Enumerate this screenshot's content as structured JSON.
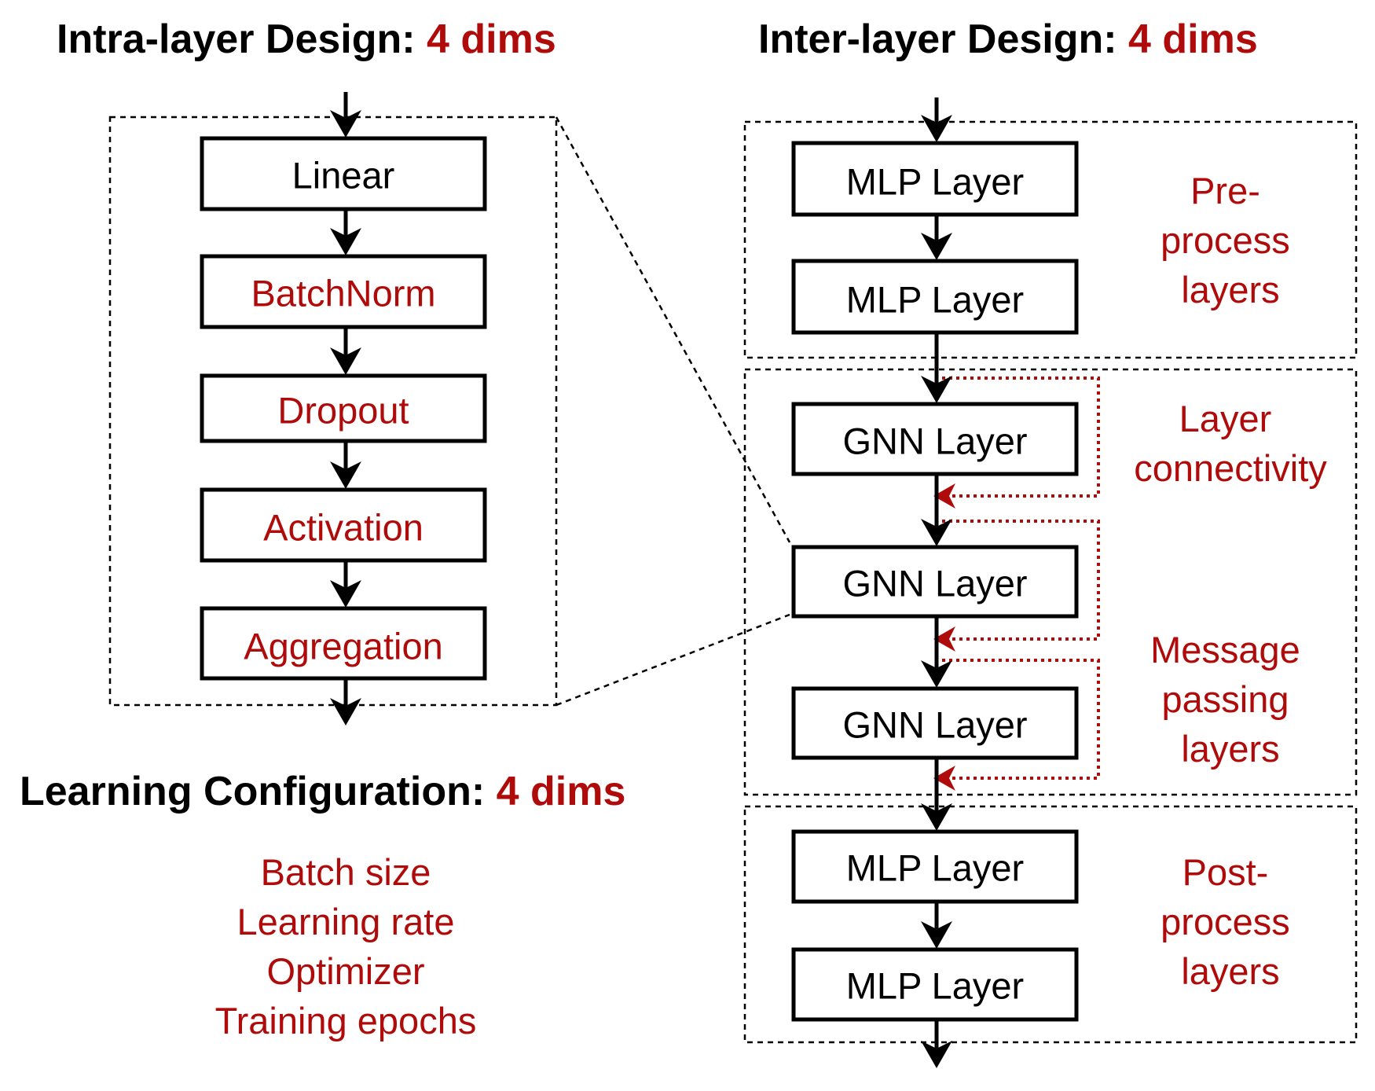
{
  "intra": {
    "title": "Intra-layer Design:",
    "dims": "4 dims",
    "boxes": [
      {
        "label": "Linear"
      },
      {
        "label": "BatchNorm"
      },
      {
        "label": "Dropout"
      },
      {
        "label": "Activation"
      },
      {
        "label": "Aggregation"
      }
    ]
  },
  "inter": {
    "title": "Inter-layer Design:",
    "dims": "4 dims",
    "pre_boxes": [
      {
        "label": "MLP Layer"
      },
      {
        "label": "MLP Layer"
      }
    ],
    "gnn_boxes": [
      {
        "label": "GNN Layer"
      },
      {
        "label": "GNN Layer"
      },
      {
        "label": "GNN Layer"
      }
    ],
    "post_boxes": [
      {
        "label": "MLP Layer"
      },
      {
        "label": "MLP Layer"
      }
    ],
    "pre_label": [
      "Pre-",
      "process",
      "layers"
    ],
    "connectivity_label": [
      "Layer",
      "connectivity"
    ],
    "message_label": [
      "Message",
      "passing",
      "layers"
    ],
    "post_label": [
      "Post-",
      "process",
      "layers"
    ]
  },
  "learning": {
    "title": "Learning Configuration:",
    "dims": "4 dims",
    "items": [
      "Batch size",
      "Learning rate",
      "Optimizer",
      "Training epochs"
    ]
  },
  "colors": {
    "accent": "#b00b0b",
    "text": "#000000"
  }
}
